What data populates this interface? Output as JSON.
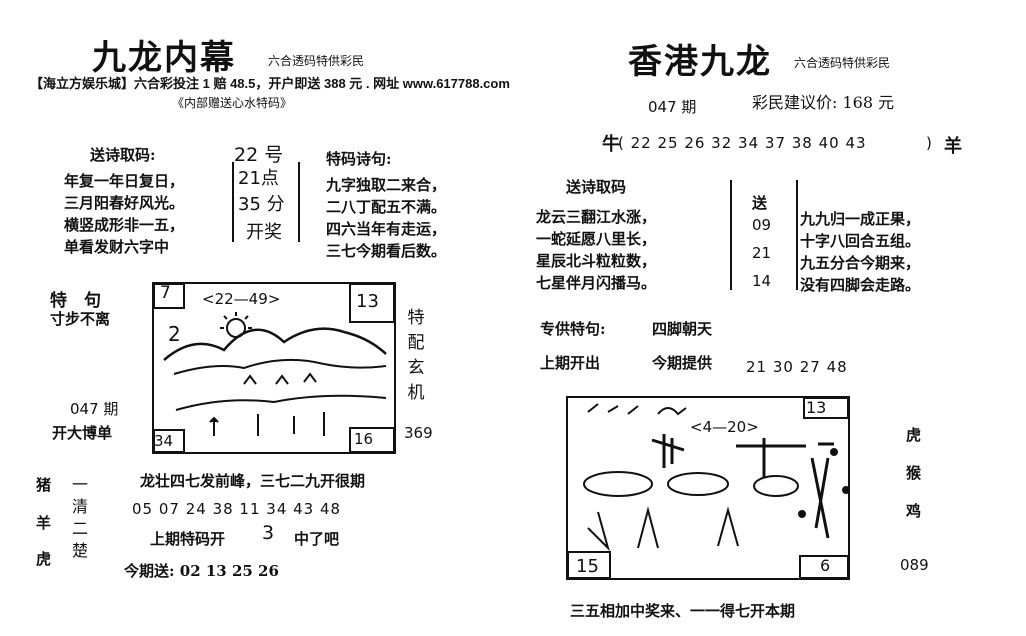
{
  "left": {
    "title": "九龙内幕",
    "title_note": "六合透码特供彩民",
    "banner": "【海立方娱乐城】六合彩投注 1 赔 48.5，开户即送 388 元 . 网址 www.617788.com",
    "subtitle": "《内部赠送心水特码》",
    "poem_heading": "送诗取码:",
    "poem_lines": [
      "年复一年日复日，",
      "三月阳春好风光。",
      "横竖成形非一五，",
      "单看发财六字中"
    ],
    "draw_no": "22 号",
    "draw_time": "21点",
    "draw_min": "35 分",
    "draw_label": "开奖",
    "tema_heading": "特码诗句:",
    "tema_lines": [
      "九字独取二来合，",
      "二八丁配五不满。",
      "四六当年有走运，",
      "三七今期看后数。"
    ],
    "tiju_label": "特　句",
    "tiju_text": "寸步不离",
    "period": "047 期",
    "period_label": "开大博单",
    "pic_tl": "7",
    "pic_range": "<22—49>",
    "pic_tr": "13",
    "pic_mid": "2",
    "pic_bl": "34",
    "pic_br": "16",
    "side_vertical": "特配玄机",
    "side_num": "369",
    "saying": "龙壮四七发前峰，三七二九开很期",
    "numbers_line": "05 07 24 38 11 34 43 48",
    "zodiac_col": [
      "猪",
      "羊",
      "虎"
    ],
    "vert_col": "一清二楚",
    "last_label": "上期特码开",
    "last_value": "3",
    "last_suffix": "中了吧",
    "send_line": "今期送: 02 13 25 26"
  },
  "right": {
    "title": "香港九龙",
    "title_note": "六合透码特供彩民",
    "period": "047 期",
    "price": "彩民建议价: 168 元",
    "ox_label": "牛",
    "ox_numbers": "( 22 25 26 32 34 37 38 40 43",
    "ox_end": ")",
    "sheep_label": "羊",
    "poem_heading": "送诗取码",
    "poem_lines": [
      "龙云三翻江水涨，",
      "一蛇延愿八里长，",
      "星辰北斗粒粒数，",
      "七星伴月闪播马。"
    ],
    "send_label": "送",
    "send_numbers": [
      "09",
      "21",
      "14"
    ],
    "poem2_lines": [
      "九九归一成正果，",
      "十字八回合五组。",
      "九五分合今期来，",
      "没有四脚会走路。"
    ],
    "special_label": "专供特句:",
    "special_text": "四脚朝天",
    "last_label": "上期开出",
    "today_label": "今期提供",
    "today_numbers": "21 30 27 48",
    "pic_tr": "13",
    "pic_range": "<4—20>",
    "pic_bl": "15",
    "pic_br": "6",
    "zodiac_col": [
      "虎",
      "猴",
      "鸡"
    ],
    "side_num": "089",
    "footer": "三五相加中奖来、一一得七开本期"
  }
}
